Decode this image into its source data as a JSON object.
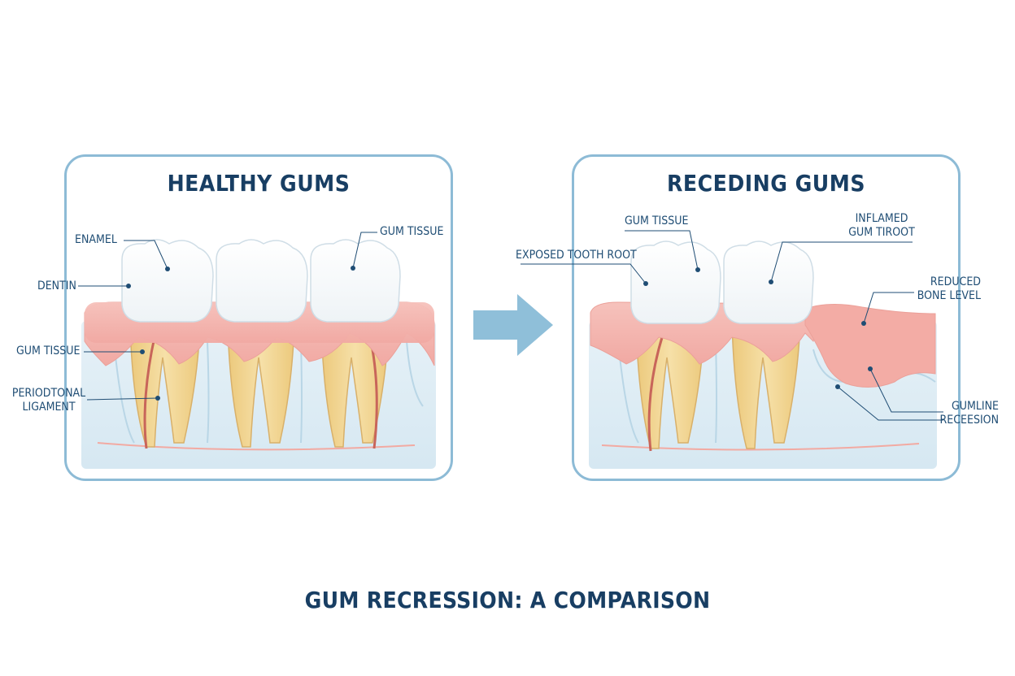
{
  "caption": "GUM RECRESSION: A COMPARISON",
  "panels": {
    "healthy": {
      "title": "HEALTHY GUMS",
      "labels": {
        "enamel": "ENAMEL",
        "gum_tissue_top": "GUM TISSUE",
        "dentin": "DENTIN",
        "gum_tissue_side": "GUM TISSUE",
        "periodontal_line1": "PERIODTONAL",
        "periodontal_line2": "LIGAMENT"
      }
    },
    "receding": {
      "title": "RECEDING GUMS",
      "labels": {
        "gum_tissue": "GUM TISSUE",
        "inflamed_line1": "INFLAMED",
        "inflamed_line2": "GUM TIROOT",
        "exposed_root": "EXPOSED TOOTH ROOT",
        "reduced_line1": "REDUCED",
        "reduced_line2": "BONE LEVEL",
        "gumline_line1": "GUMLINE",
        "gumline_line2": "RECEESION"
      }
    }
  },
  "colors": {
    "frame": "#8dbbd6",
    "title": "#183e63",
    "gum": "#f4b3ad",
    "bone": "#dcebf3",
    "enamel": "#ffffff",
    "dentin": "#f1d89a",
    "nerve": "#c8655a",
    "arrow": "#8fbfd9"
  }
}
